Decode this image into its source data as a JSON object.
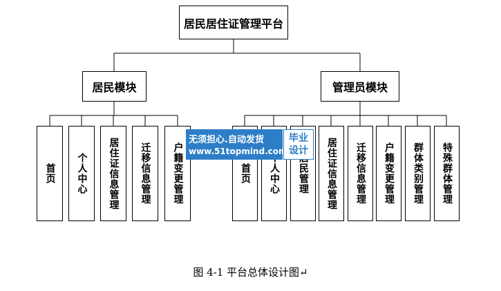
{
  "root": "居民居住证管理平台",
  "modules": [
    {
      "label": "居民模块",
      "children": [
        "首页",
        "个人中心",
        "居住证信息管理",
        "迁移信息管理",
        "户籍变更管理"
      ]
    },
    {
      "label": "管理员模块",
      "children": [
        "首页",
        "个人中心",
        "居民管理",
        "居住证信息管理",
        "迁移信息管理",
        "户籍变更管理",
        "群体类别管理",
        "特殊群体管理"
      ]
    }
  ],
  "watermark": {
    "line1": "无须担心.自动发货",
    "line2": "www.51topmind.com",
    "badge_line1": "毕业",
    "badge_line2": "设计"
  },
  "caption": "图 4-1 平台总体设计图↵"
}
